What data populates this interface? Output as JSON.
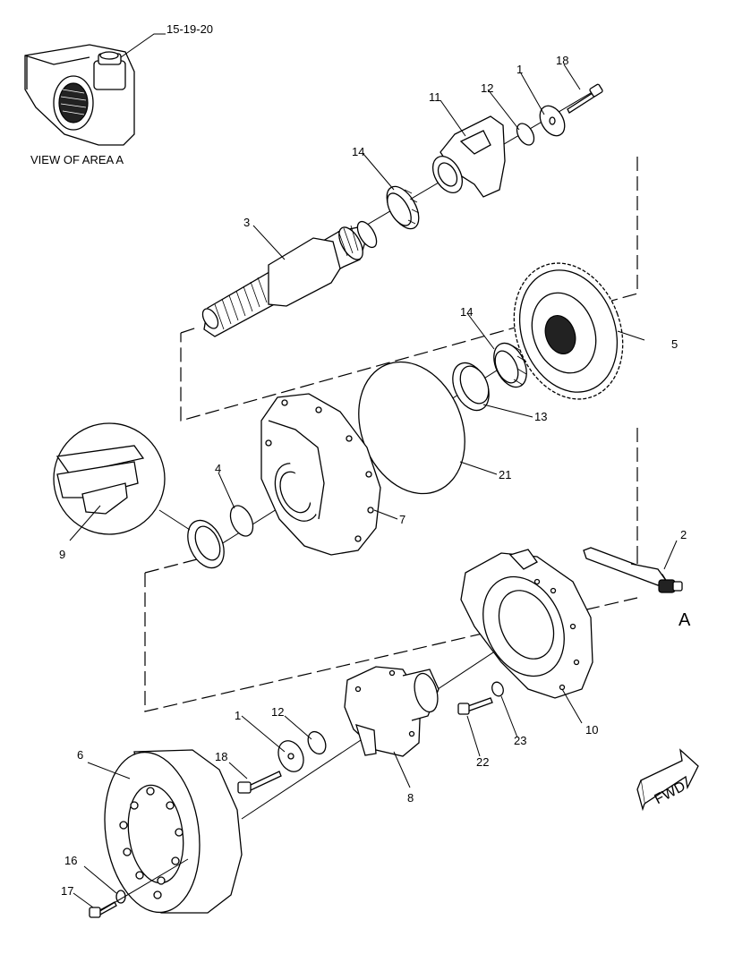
{
  "view_label": "VIEW OF AREA  A",
  "area_callout": "A",
  "fwd_label": "FWD",
  "callouts": {
    "c15_19_20": "15-19-20",
    "c18_top": "18",
    "c1_top": "1",
    "c12_top": "12",
    "c11": "11",
    "c14_top": "14",
    "c3": "3",
    "c14_mid": "14",
    "c5": "5",
    "c13": "13",
    "c21": "21",
    "c4": "4",
    "c7": "7",
    "c9": "9",
    "c2": "2",
    "c10": "10",
    "c23": "23",
    "c22": "22",
    "c1_bottom": "1",
    "c12_bottom": "12",
    "c18_bottom": "18",
    "c8": "8",
    "c6": "6",
    "c16": "16",
    "c17": "17"
  }
}
